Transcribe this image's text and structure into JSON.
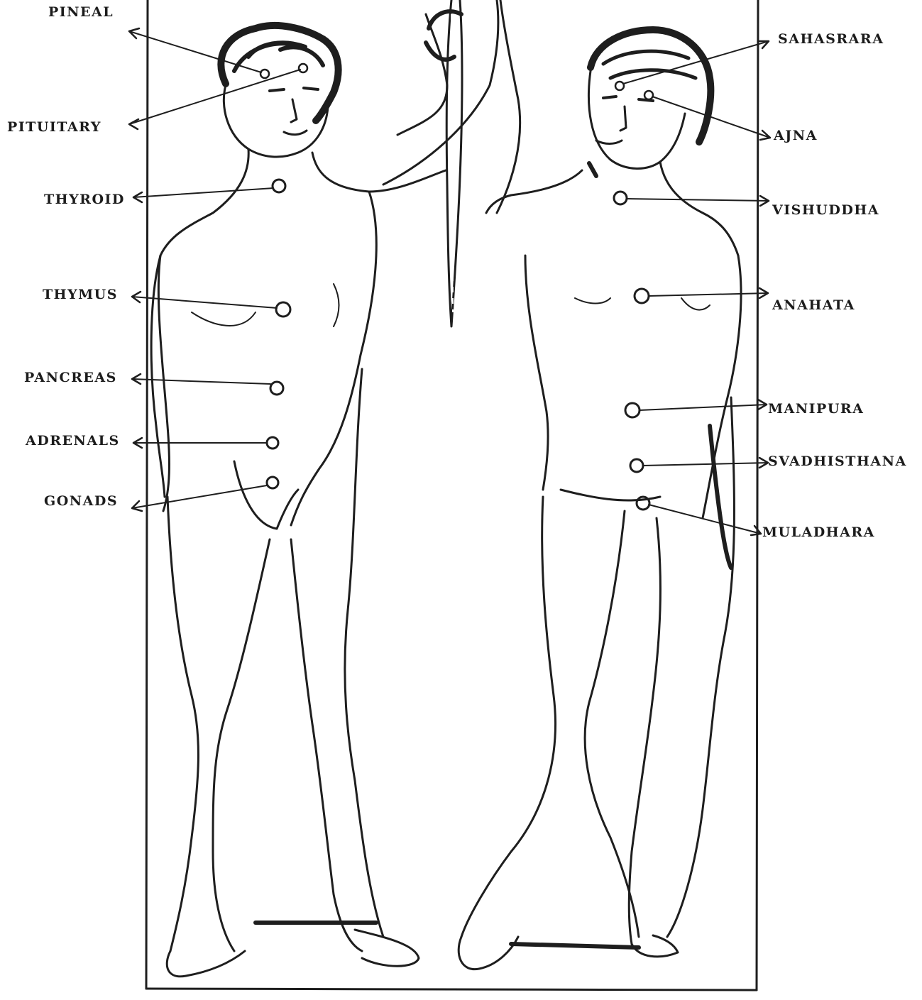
{
  "diagram": {
    "left_labels": [
      "PINEAL",
      "PITUITARY",
      "THYROID",
      "THYMUS",
      "PANCREAS",
      "ADRENALS",
      "GONADS"
    ],
    "right_labels": [
      "SAHASRARA",
      "AJNA",
      "VISHUDDHA",
      "ANAHATA",
      "MANIPURA",
      "SVADHISTHANA",
      "MULADHARA"
    ]
  },
  "colors": {
    "ink": "#1e1e1e",
    "paper": "#ffffff"
  }
}
